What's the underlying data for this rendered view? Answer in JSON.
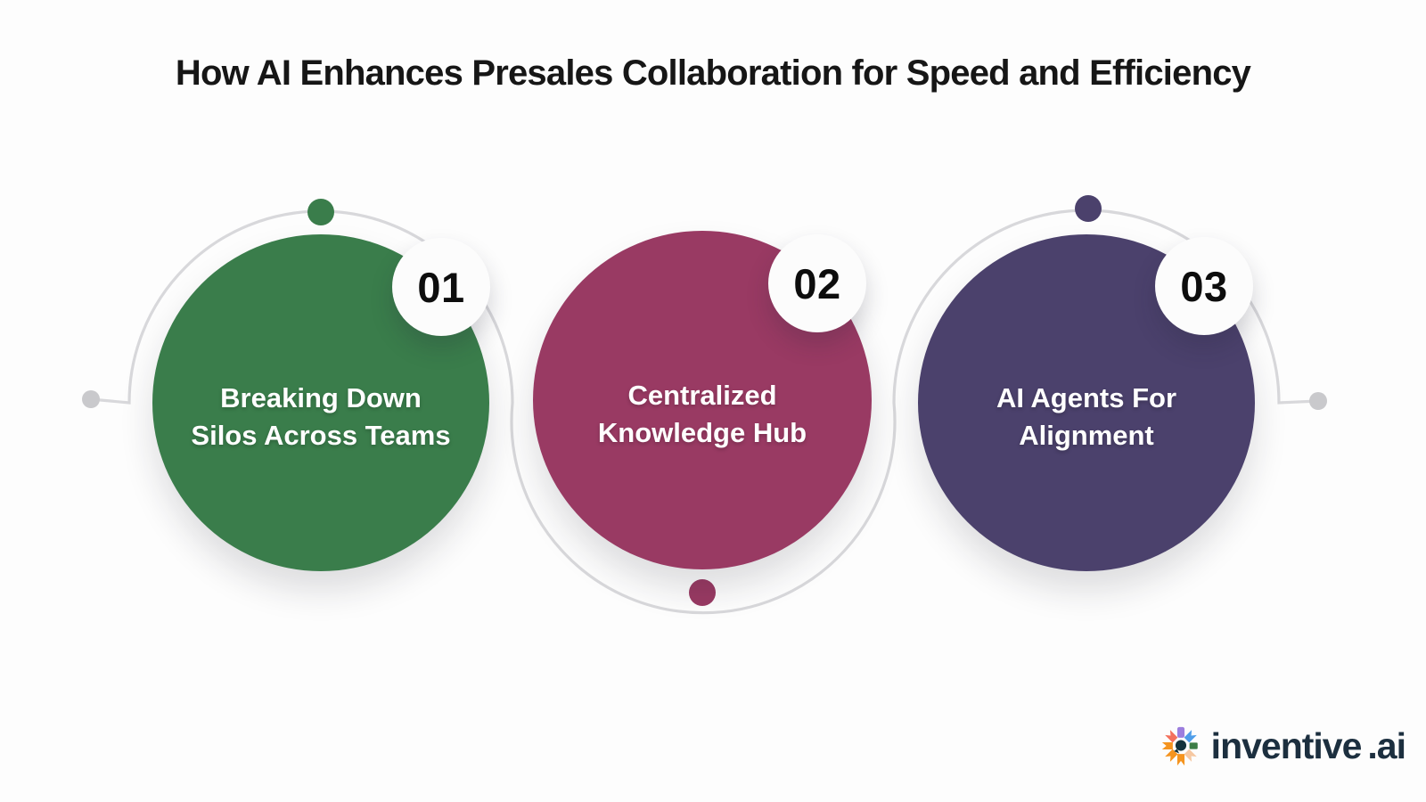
{
  "title": "How AI Enhances Presales Collaboration for Speed and Efficiency",
  "steps": [
    {
      "number": "01",
      "line1": "Breaking Down",
      "line2": "Silos Across Teams",
      "color": "#3A7D4B"
    },
    {
      "number": "02",
      "line1": "Centralized",
      "line2": "Knowledge Hub",
      "color": "#993A63"
    },
    {
      "number": "03",
      "line1": "AI Agents For",
      "line2": "Alignment",
      "color": "#4B416C"
    }
  ],
  "badge": {
    "bg": "#FCFCFC",
    "text_color": "#0D0D0D"
  },
  "connector": {
    "line_color": "#D8D8DB",
    "endpoint_dot_color": "#C9C9CC"
  },
  "logo": {
    "brand": "inventive",
    "suffix": ".ai",
    "text_color": "#1C2F3F",
    "icon_name": "inventive-flower-icon",
    "icon_colors": {
      "top": "#9C7EDE",
      "top_right": "#4E9DE9",
      "right": "#3C7D46",
      "bottom_right": "#F6C8A2",
      "bottom": "#F5941F",
      "bottom_left": "#F5941F",
      "left": "#F5941F",
      "top_left": "#F4705C",
      "center": "#14333E"
    }
  },
  "background": "#FDFDFD"
}
